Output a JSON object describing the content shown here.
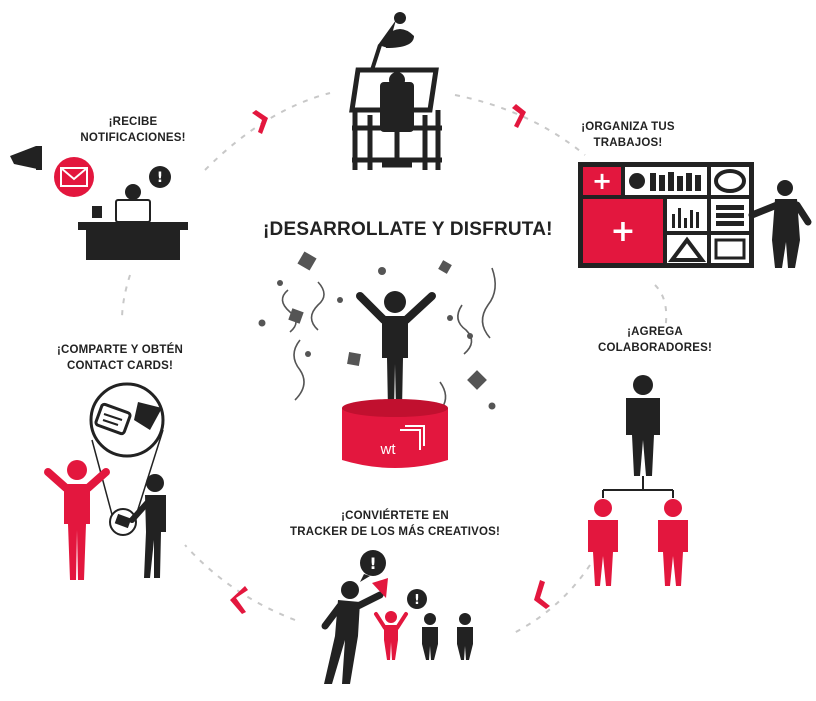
{
  "center": {
    "headline": "¡DESARROLLATE Y DISFRUTA!",
    "pedestal_logo": "wt"
  },
  "steps": {
    "organize": {
      "line1": "¡ORGANIZA TUS",
      "line2": "TRABAJOS!"
    },
    "collaborators": {
      "line1": "¡AGREGA",
      "line2": "COLABORADORES!"
    },
    "tracker": {
      "line1": "¡CONVIÉRTETE EN",
      "line2": "TRACKER DE LOS MÁS CREATIVOS!"
    },
    "share": {
      "line1": "¡COMPARTE Y OBTÉN",
      "line2": "CONTACT CARDS!"
    },
    "notify": {
      "line1": "¡RECIBE",
      "line2": "NOTIFICACIONES!"
    }
  },
  "icons": {
    "alert_glyph": "!"
  },
  "colors": {
    "accent": "#e3173e",
    "dark": "#222222",
    "dashed_ring": "#c8c8c8",
    "background": "#ffffff"
  }
}
